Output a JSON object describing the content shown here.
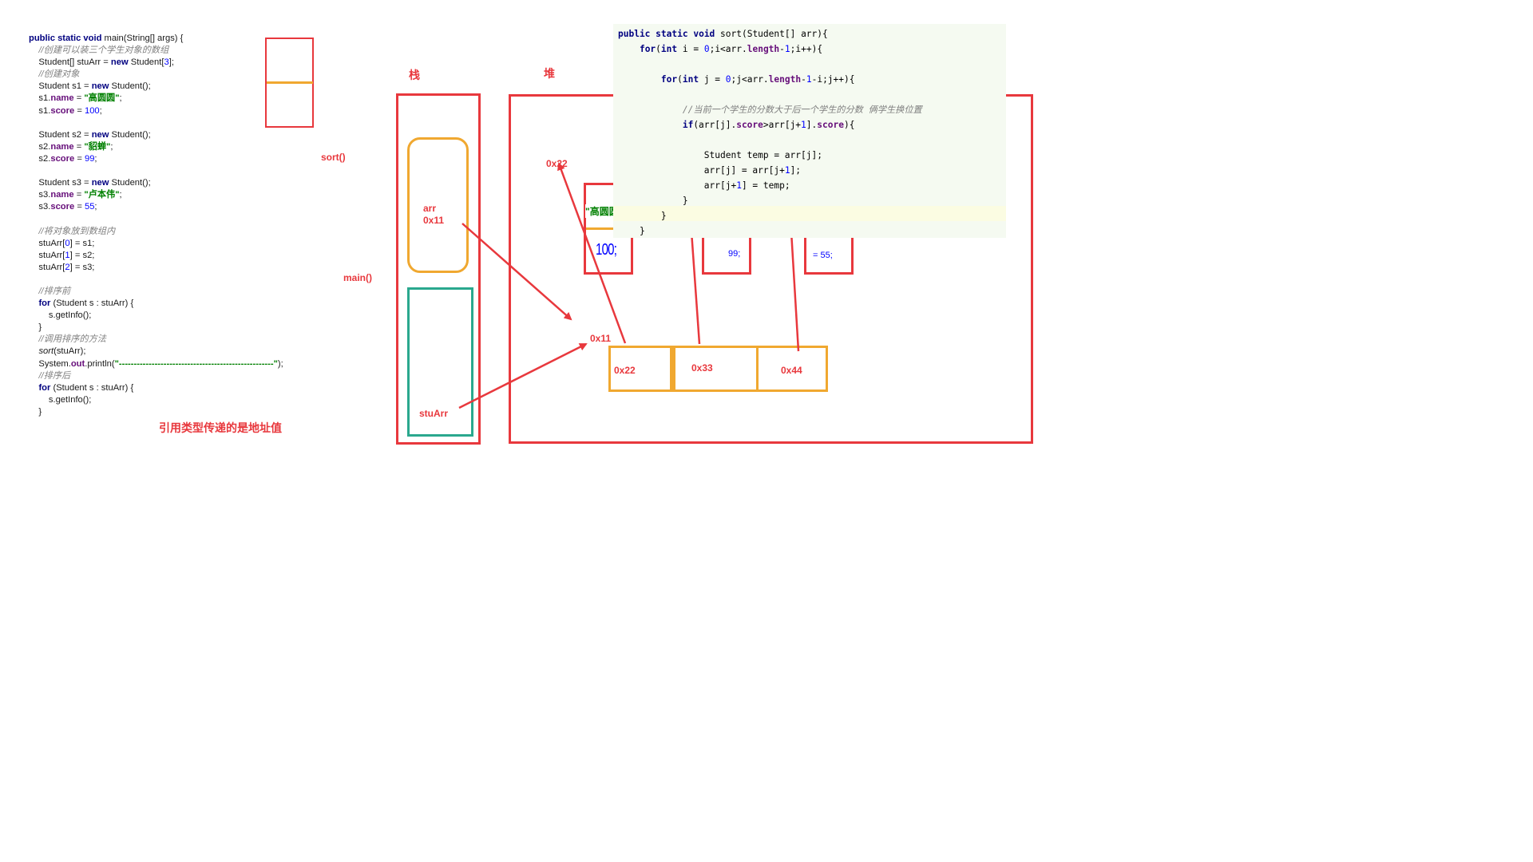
{
  "main_code": [
    "public static void main(String[] args) {",
    "    //创建可以装三个学生对象的数组",
    "    Student[] stuArr = new Student[3];",
    "    //创建对象",
    "    Student s1 = new Student();",
    "    s1.name = \"高圆圆\";",
    "    s1.score = 100;",
    "",
    "    Student s2 = new Student();",
    "    s2.name = \"貂蝉\";",
    "    s2.score = 99;",
    "",
    "    Student s3 = new Student();",
    "    s3.name = \"卢本伟\";",
    "    s3.score = 55;",
    "",
    "    //将对象放到数组内",
    "    stuArr[0] = s1;",
    "    stuArr[1] = s2;",
    "    stuArr[2] = s3;",
    "",
    "    //排序前",
    "    for (Student s : stuArr) {",
    "        s.getInfo();",
    "    }",
    "    //调用排序的方法",
    "    sort(stuArr);",
    "    System.out.println(\"----------------------------------------------------\");",
    "    //排序后",
    "    for (Student s : stuArr) {",
    "        s.getInfo();",
    "    }"
  ],
  "sort_code": [
    "public static void sort(Student[] arr){",
    "    for(int i = 0;i<arr.length-1;i++){",
    "",
    "        for(int j = 0;j<arr.length-1-i;j++){",
    "",
    "            //当前一个学生的分数大于后一个学生的分数 俩学生换位置",
    "            if(arr[j].score>arr[j+1].score){",
    "",
    "                Student temp = arr[j];",
    "                arr[j] = arr[j+1];",
    "                arr[j+1] = temp;",
    "            }",
    "        }",
    "    }"
  ],
  "labels": {
    "note": "引用类型传递的是地址值",
    "stack": "栈",
    "heap": "堆",
    "sort_frame": "sort()",
    "main_frame": "main()",
    "arr_var": "arr",
    "arr_addr": "0x11",
    "stuarr_var": "stuArr",
    "array_addr": "0x11",
    "obj_addr": "0x22"
  },
  "array_cells": [
    "0x22",
    "0x33",
    "0x44"
  ],
  "objects": {
    "s1_name": "\"高圆圆",
    "s1_score": "100;",
    "s2_score": "99;",
    "s3_score": "= 55;"
  },
  "colors": {
    "red": "#e8383d",
    "orange": "#f0a830",
    "teal": "#2aa88e",
    "panel_bg": "#f5faf1",
    "keyword": "#000080"
  }
}
